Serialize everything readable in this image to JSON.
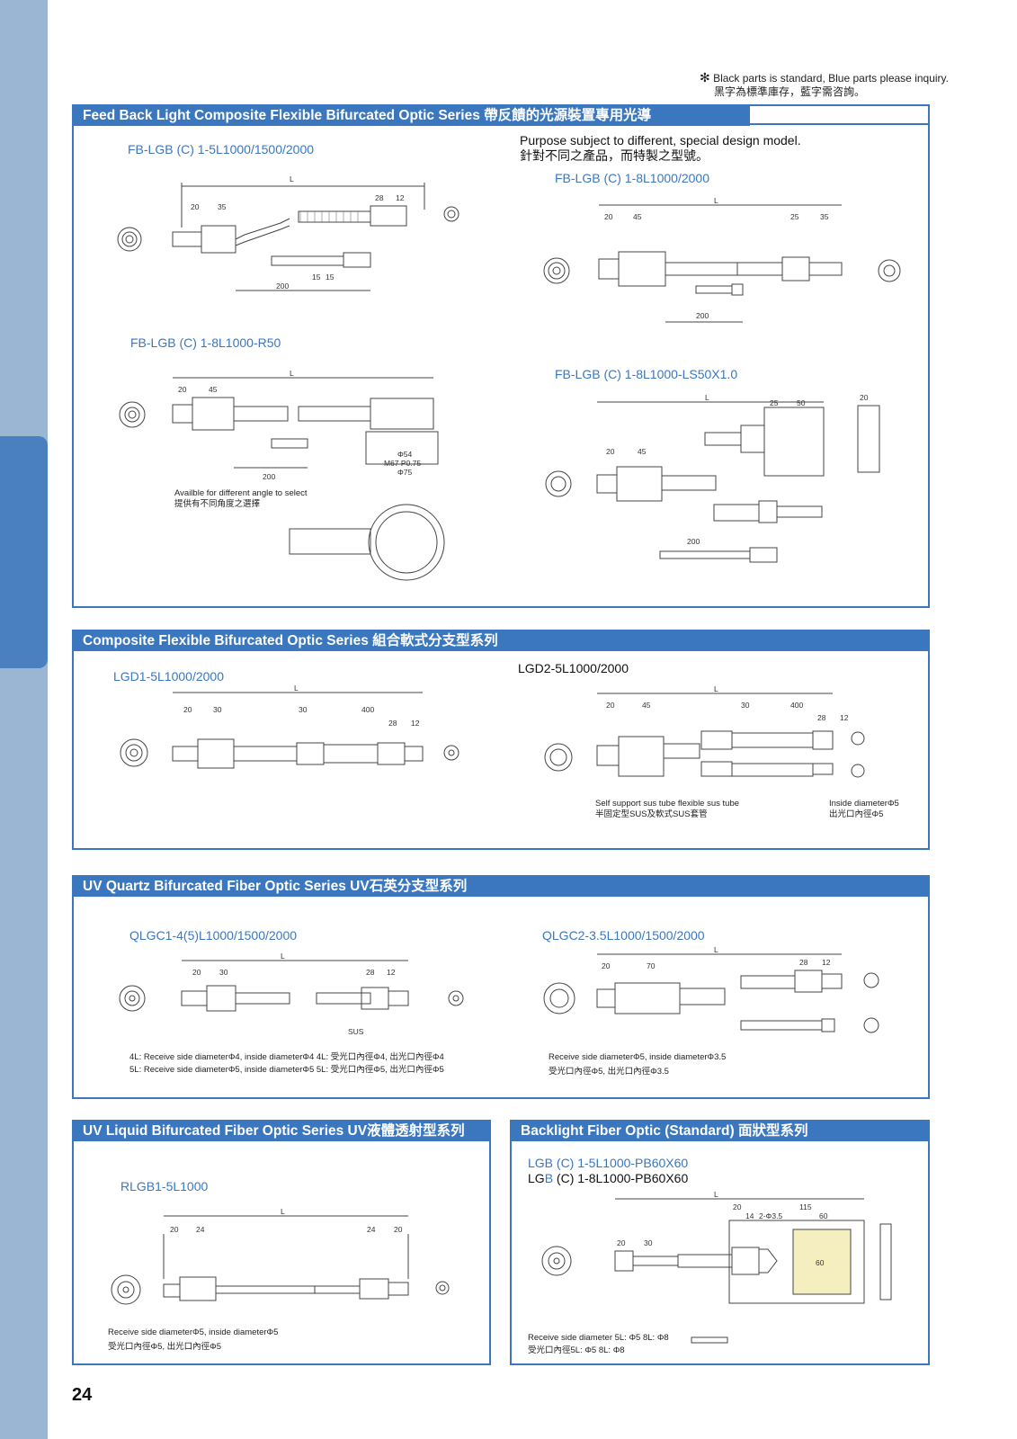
{
  "note": {
    "en": "Black parts is standard, Blue parts please inquiry.",
    "zh": "黑字為標準庫存，藍字需咨詢。"
  },
  "sections": {
    "feedback": {
      "title": "Feed Back Light Composite Flexible Bifurcated Optic Series 帶反饋的光源裝置專用光導",
      "purpose_en": "Purpose subject to different, special design model.",
      "purpose_zh": "針對不同之產品，而特製之型號。",
      "models": [
        "FB-LGB (C) 1-5L1000/1500/2000",
        "FB-LGB (C) 1-8L1000/2000",
        "FB-LGB (C) 1-8L1000-R50",
        "FB-LGB (C) 1-8L1000-LS50X1.0"
      ],
      "angle_en": "Availble for different angle to select",
      "angle_zh": "提供有不同角度之選擇"
    },
    "composite": {
      "title": "Composite Flexible Bifurcated Optic Series 組合軟式分支型系列",
      "models": [
        "LGD1-5L1000/2000",
        "LGD2-5L1000/2000"
      ],
      "cap1_en": "Self support sus tube flexible sus tube",
      "cap1_zh": "半固定型SUS及軟式SUS套管",
      "cap2_en": "Inside diameterΦ5",
      "cap2_zh": "出光口內徑Φ5"
    },
    "uvquartz": {
      "title": "UV Quartz Bifurcated Fiber Optic Series UV石英分支型系列",
      "models": [
        "QLGC1-4(5)L1000/1500/2000",
        "QLGC2-3.5L1000/1500/2000"
      ],
      "cap1a": "4L: Receive side diameterΦ4, inside diameterΦ4   4L: 受光口內徑Φ4, 出光口內徑Φ4",
      "cap1b": "5L: Receive side diameterΦ5, inside diameterΦ5   5L: 受光口內徑Φ5, 出光口內徑Φ5",
      "cap2a": "Receive side diameterΦ5, inside diameterΦ3.5",
      "cap2b": "受光口內徑Φ5, 出光口內徑Φ3.5"
    },
    "uvliquid": {
      "title": "UV Liquid Bifurcated Fiber Optic Series UV液體透射型系列",
      "model": "RLGB1-5L1000",
      "cap_en": "Receive side diameterΦ5, inside diameterΦ5",
      "cap_zh": "受光口內徑Φ5, 出光口內徑Φ5"
    },
    "backlight": {
      "title": "Backlight Fiber Optic (Standard) 面狀型系列",
      "model1": "LGB (C) 1-5L1000-PB60X60",
      "model2_pre": "LG",
      "model2_b": "B",
      "model2_post": " (C) 1-8L1000-PB60X60",
      "cap_en": "Receive side diameter 5L: Φ5   8L: Φ8",
      "cap_zh": "受光口內徑5L: Φ5   8L: Φ8"
    }
  },
  "page_number": "24"
}
